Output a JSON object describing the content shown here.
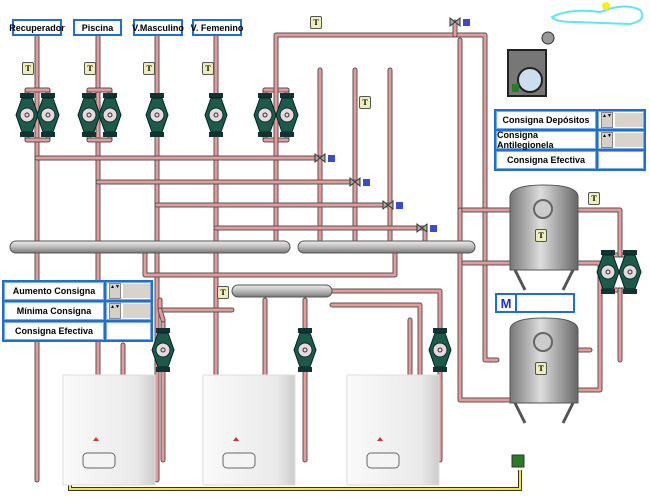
{
  "circuits": [
    "Recuperador",
    "Piscina",
    "V.Masculino",
    "V. Femenino"
  ],
  "sensor_label": "T",
  "tank_panel": {
    "rows": [
      {
        "label": "Consigna Depósitos",
        "value": ""
      },
      {
        "label": "Consigna Antilegionela",
        "value": ""
      },
      {
        "label": "Consigna Efectiva",
        "value": ""
      }
    ]
  },
  "boiler_panel": {
    "rows": [
      {
        "label": "Aumento Consigna",
        "value": ""
      },
      {
        "label": "Mínima Consigna",
        "value": ""
      },
      {
        "label": "Consigna Efectiva",
        "value": ""
      }
    ]
  },
  "mode": {
    "button": "M",
    "value": ""
  },
  "colors": {
    "pipe_hot": "#e89a9a",
    "pipe_border": "#555555",
    "panel_border": "#1f6fd0",
    "pump": "#1e5a4a",
    "tank": "#a0a0a0"
  }
}
